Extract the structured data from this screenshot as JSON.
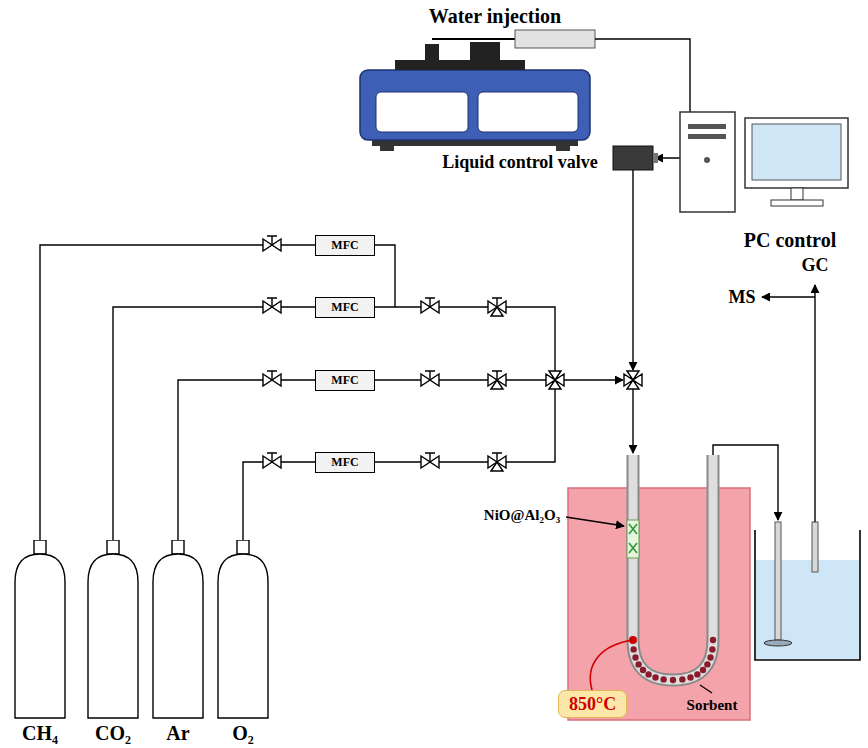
{
  "diagram": {
    "nodes": [
      {
        "text": [
          "CH₄"
        ]
      },
      {
        "text": [
          "CO₂"
        ]
      },
      {
        "text": [
          "Ar"
        ]
      },
      {
        "text": [
          "O₂"
        ]
      },
      {
        "text": [
          "MFC"
        ]
      },
      {
        "text": [
          "MFC"
        ]
      },
      {
        "text": [
          "MFC"
        ]
      },
      {
        "text": [
          "MFC"
        ]
      },
      {
        "text": [
          "850°C"
        ]
      }
    ],
    "edges": [
      {
        "from": 0,
        "to": 4,
        "arrow": "none"
      },
      {
        "from": 1,
        "to": 5,
        "arrow": "none"
      },
      {
        "from": 2,
        "to": 6,
        "arrow": "none"
      },
      {
        "from": 3,
        "to": 7,
        "arrow": "none"
      }
    ],
    "labels": [
      "Water injection",
      "Liquid control valve",
      "PC control",
      "GC",
      "MS",
      "NiO@Al₂O₃",
      "Sorbent"
    ]
  }
}
